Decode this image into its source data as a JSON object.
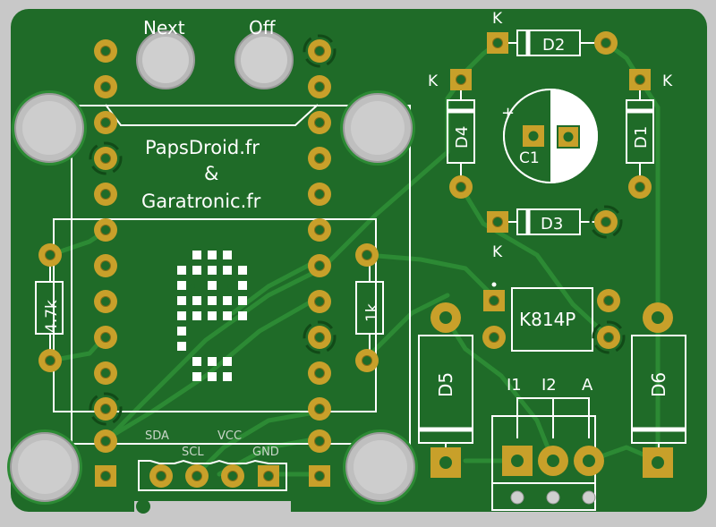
{
  "board": {
    "title_line1": "PapsDroid.fr",
    "title_amp": "&",
    "title_line2": "Garatronic.fr",
    "colors": {
      "substrate": "#c8c8c8",
      "soldermask": "#1f6b28",
      "copper_trace": "#2c8a34",
      "pad_copper": "#c8a02a",
      "silkscreen": "#ffffff",
      "mounting_hole": "#bfbfbf"
    }
  },
  "buttons": {
    "next_label": "Next",
    "off_label": "Off"
  },
  "components": {
    "d1": "D1",
    "d2": "D2",
    "d3": "D3",
    "d4": "D4",
    "d5": "D5",
    "d6": "D6",
    "c1": "C1",
    "c1_polarity": "+",
    "optocoupler": "K814P",
    "r_left": "4.7k",
    "r_right": "1k",
    "cathode_marks": [
      "K",
      "K",
      "K",
      "K"
    ]
  },
  "header_i2c": {
    "pins": [
      "SDA",
      "SCL",
      "VCC",
      "GND"
    ]
  },
  "terminal": {
    "pins": [
      "I1",
      "I2",
      "A"
    ]
  },
  "icons": [
    "mounting-hole-icon",
    "pad-icon",
    "via-icon",
    "led-matrix-icon"
  ]
}
